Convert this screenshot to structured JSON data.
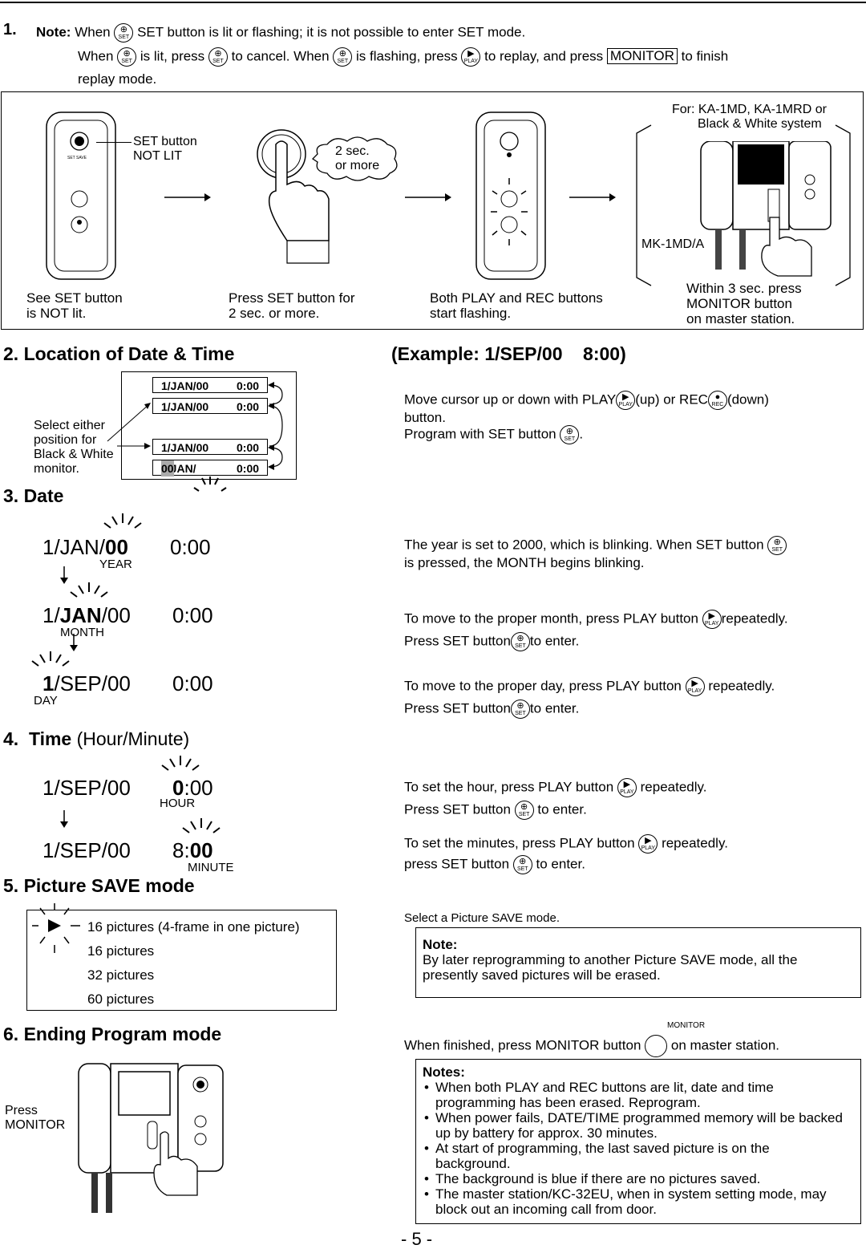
{
  "s1": {
    "num": "1.",
    "note_label": "Note:",
    "l1a": "When",
    "l1b": "SET button is lit or flashing; it is not possible to enter SET mode.",
    "l2a": "When",
    "l2b": "is lit, press",
    "l2c": "to cancel.  When",
    "l2d": "is flashing, press",
    "l2e": "to replay, and press",
    "monitor_btn": "MONITOR",
    "l2f": "to finish",
    "l3": "replay mode.",
    "set_not_lit_1": "SET button",
    "set_not_lit_2": "NOT LIT",
    "bubble_1": "2 sec.",
    "bubble_2": "or more",
    "for_1": "For: KA-1MD, KA-1MRD or",
    "for_2": "Black & White system",
    "mk": "MK-1MD/A",
    "cap1_1": "See SET button",
    "cap1_2": "is NOT lit.",
    "cap2_1": "Press SET button for",
    "cap2_2": "2 sec. or more.",
    "cap3_1": "Both PLAY and REC buttons",
    "cap3_2": "start flashing.",
    "cap4_1": "Within 3 sec. press",
    "cap4_2": "MONITOR button",
    "cap4_3": "on master station."
  },
  "s2": {
    "heading": "2.  Location of Date & Time",
    "example": "(Example: 1/SEP/00    8:00)",
    "rows": [
      {
        "date": "1/JAN/00",
        "time": "0:00"
      },
      {
        "date": "1/JAN/00",
        "time": "0:00"
      },
      {
        "date": "1/JAN/00",
        "time": "0:00"
      },
      {
        "date": "1/JAN/",
        "hl": "00",
        "time": "0:00"
      }
    ],
    "select_1": "Select either",
    "select_2": "position for",
    "select_3": "Black & White",
    "select_4": "monitor.",
    "inst_1a": "Move cursor up or down with PLAY",
    "inst_1b": "(up) or REC",
    "inst_1c": "(down)",
    "inst_2": "button.",
    "inst_3": "Program with SET button"
  },
  "s3": {
    "heading": "3.  Date",
    "step1": {
      "a": "1/JAN/",
      "b": "00",
      "time": "0:00",
      "label": "YEAR"
    },
    "step2": {
      "a": "1/",
      "b": "JAN",
      "c": "/00",
      "time": "0:00",
      "label": "MONTH"
    },
    "step3": {
      "a": "1",
      "b": "/SEP/00",
      "time": "0:00",
      "label": "DAY"
    },
    "p1_1a": "The year is set to 2000, which is blinking.  When SET button",
    "p1_2": "is pressed, the MONTH begins blinking.",
    "p2_1a": "To move to the proper month, press PLAY button",
    "p2_1b": "repeatedly.",
    "p2_2a": "Press SET button",
    "p2_2b": "to enter.",
    "p3_1a": "To move to the proper day, press PLAY button",
    "p3_1b": "repeatedly.",
    "p3_2a": "Press SET button",
    "p3_2b": "to enter."
  },
  "s4": {
    "heading_b": "4.  Time",
    "heading_n": " (Hour/Minute)",
    "step1": {
      "date": "1/SEP/00",
      "a": "0",
      "b": ":00",
      "label": "HOUR"
    },
    "step2": {
      "date": "1/SEP/00",
      "a": "8:",
      "b": "00",
      "label": "MINUTE"
    },
    "p1_1a": "To set the hour, press PLAY button",
    "p1_1b": "repeatedly.",
    "p1_2a": "Press SET button",
    "p1_2b": "to enter.",
    "p2_1a": "To set the minutes, press PLAY button",
    "p2_1b": "repeatedly.",
    "p2_2a": "press SET button",
    "p2_2b": "to enter."
  },
  "s5": {
    "heading": "5.  Picture SAVE mode",
    "options": [
      "16 pictures (4-frame in one picture)",
      "16 pictures",
      "32 pictures",
      "60 pictures"
    ],
    "select": "Select a Picture SAVE mode.",
    "note_title": "Note:",
    "note_body": "By later reprogramming to another Picture SAVE mode, all the presently saved pictures will be erased."
  },
  "s6": {
    "heading": "6.  Ending Program mode",
    "press_1": "Press",
    "press_2": "MONITOR",
    "monitor_small": "MONITOR",
    "finish_a": "When finished, press MONITOR button",
    "finish_b": "on master station.",
    "notes_title": "Notes:",
    "notes": [
      "When both PLAY and REC buttons are lit, date and time programming has been erased.  Reprogram.",
      "When power fails, DATE/TIME programmed memory will be backed up by battery for approx. 30 minutes.",
      "At start of programming, the last saved picture is on the background.",
      "The background is blue if there are no pictures saved.",
      "The master station/KC-32EU, when in system setting mode, may block out an incoming call from door."
    ]
  },
  "icons": {
    "set": "SET",
    "play": "PLAY",
    "rec": "REC"
  },
  "page_number": "- 5 -"
}
